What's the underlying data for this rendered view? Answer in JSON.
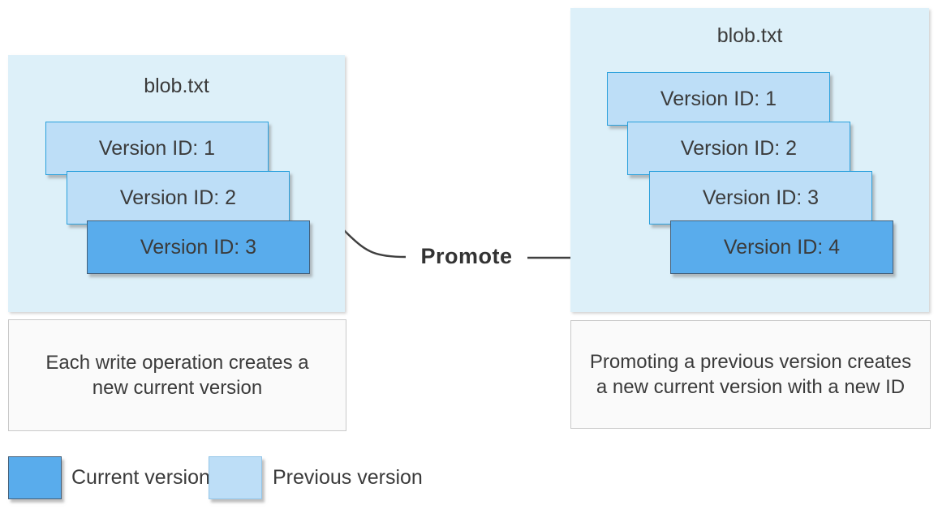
{
  "diagram": {
    "left_panel": {
      "title": "blob.txt",
      "versions": [
        {
          "label": "Version ID: 1",
          "state": "previous"
        },
        {
          "label": "Version ID: 2",
          "state": "previous"
        },
        {
          "label": "Version ID: 3",
          "state": "current"
        }
      ],
      "caption": "Each write operation creates a new current version"
    },
    "right_panel": {
      "title": "blob.txt",
      "versions": [
        {
          "label": "Version ID: 1",
          "state": "previous"
        },
        {
          "label": "Version ID: 2",
          "state": "previous"
        },
        {
          "label": "Version ID: 3",
          "state": "previous"
        },
        {
          "label": "Version ID: 4",
          "state": "current"
        }
      ],
      "caption": "Promoting a previous version creates a new current version with a new ID"
    },
    "connector": {
      "label": "Promote"
    },
    "legend": [
      {
        "label": "Current version",
        "color": "#59acec"
      },
      {
        "label": "Previous version",
        "color": "#bddef7"
      }
    ],
    "colors": {
      "panel_bg": "#ddf0f9",
      "previous_fill": "#bddef7",
      "previous_border": "#2aa0dc",
      "current_fill": "#59acec",
      "current_border": "#44607a",
      "caption_bg": "#fafafa",
      "caption_border": "#c9c9c9",
      "text": "#3b3b3b",
      "connector": "#404040"
    }
  }
}
